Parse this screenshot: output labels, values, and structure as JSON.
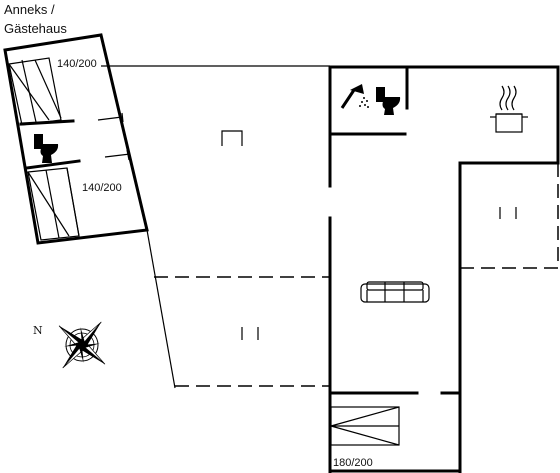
{
  "annex_title": [
    "Anneks /",
    "Gästehaus"
  ],
  "beds": {
    "annex_upper": "140/200",
    "annex_lower": "140/200",
    "main_bedroom": "180/200"
  },
  "compass": {
    "north_label": "N"
  },
  "icons": {
    "shower": "shower-icon",
    "toilet_main": "toilet-icon",
    "toilet_annex": "toilet-icon",
    "kitchen": "cooking-pot-icon",
    "sofa": "sofa-icon",
    "garden_furniture": "outdoor-chair-icon",
    "terrace_table_1": "outdoor-table-icon",
    "terrace_table_2": "outdoor-table-icon"
  },
  "colors": {
    "line": "#000000",
    "background": "#ffffff"
  }
}
